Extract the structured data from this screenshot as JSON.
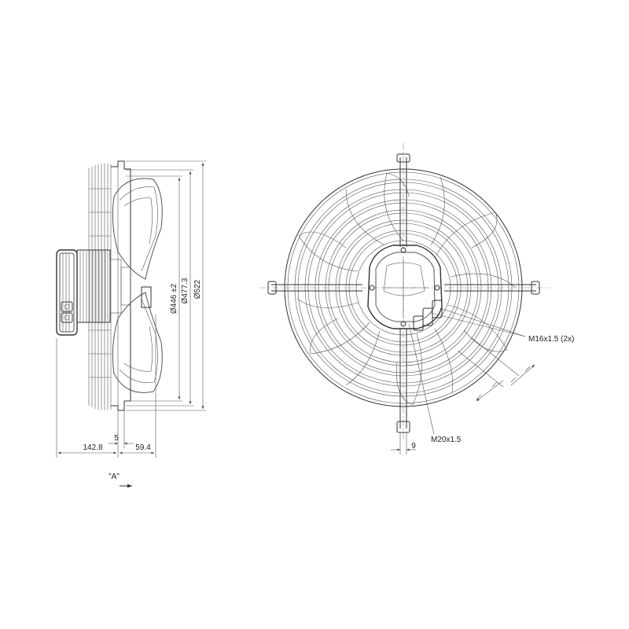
{
  "dimensions": {
    "d446": "Ø446 ±2",
    "d477": "Ø477.3",
    "d522": "Ø522",
    "w142": "142.8",
    "w5": "5",
    "w59": "59.4",
    "w9": "9"
  },
  "callouts": {
    "m16": "M16x1.5 (2x)",
    "m20": "M20x1.5"
  },
  "view_label": "\"A\""
}
